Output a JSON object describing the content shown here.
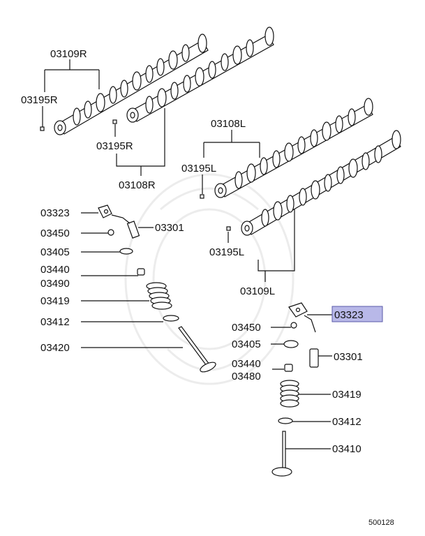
{
  "labels": {
    "camshaft_r_top": "03109R",
    "key_r_left": "03195R",
    "key_r_mid": "03195R",
    "camshaft_r_bottom": "03108R",
    "camshaft_l_top": "03108L",
    "key_l_top": "03195L",
    "key_l_bottom": "03195L",
    "camshaft_l_bottom": "03109L",
    "rocker_arm_left": "03323",
    "adjuster_left": "03450",
    "lash_adjuster_left": "03301",
    "spring_retainer_left": "03405",
    "seal_left_a": "03440",
    "seal_left_b": "03490",
    "spring_left": "03419",
    "spring_seat_left": "03412",
    "valve_left": "03420",
    "rocker_arm_right": "03323",
    "adjuster_right": "03450",
    "spring_retainer_right": "03405",
    "lash_adjuster_right": "03301",
    "seal_right_a": "03440",
    "seal_right_b": "03480",
    "spring_right": "03419",
    "spring_seat_right": "03412",
    "valve_right": "03410"
  },
  "diagram_number": "500128",
  "colors": {
    "highlight_fill": "#b8b8e8",
    "highlight_stroke": "#5a5aa8",
    "ink": "#111111"
  }
}
